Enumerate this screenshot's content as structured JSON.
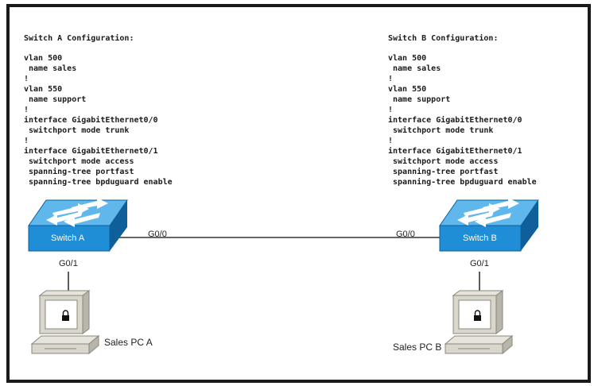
{
  "switch_a_config": {
    "title": "Switch A Configuration:",
    "lines": [
      "vlan 500",
      " name sales",
      "!",
      "vlan 550",
      " name support",
      "!",
      "interface GigabitEthernet0/0",
      " switchport mode trunk",
      "!",
      "interface GigabitEthernet0/1",
      " switchport mode access",
      " spanning-tree portfast",
      " spanning-tree bpduguard enable"
    ]
  },
  "switch_b_config": {
    "title": "Switch B Configuration:",
    "lines": [
      "vlan 500",
      " name sales",
      "!",
      "vlan 550",
      " name support",
      "!",
      "interface GigabitEthernet0/0",
      " switchport mode trunk",
      "!",
      "interface GigabitEthernet0/1",
      " switchport mode access",
      " spanning-tree portfast",
      " spanning-tree bpduguard enable"
    ]
  },
  "switch_a": {
    "label": "Switch A",
    "port_trunk": "G0/0",
    "port_access": "G0/1"
  },
  "switch_b": {
    "label": "Switch B",
    "port_trunk": "G0/0",
    "port_access": "G0/1"
  },
  "pc_a": {
    "label": "Sales PC A"
  },
  "pc_b": {
    "label": "Sales PC B"
  },
  "colors": {
    "switch_blue": "#1f8ed6",
    "switch_dark": "#0f5f9a",
    "link": "#333333",
    "pc_body": "#d9d6cc"
  }
}
